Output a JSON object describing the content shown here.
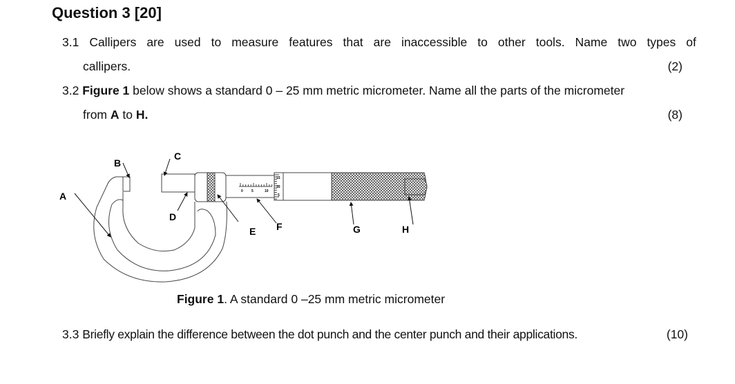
{
  "title": "Question 3 [20]",
  "q31": {
    "number": "3.1",
    "words": [
      "Callipers",
      "are",
      "used",
      "to",
      "measure",
      "features",
      "that",
      "are",
      "inaccessible",
      "to",
      "other",
      "tools.",
      "Name",
      "two",
      "types",
      "of"
    ],
    "line2": "callipers.",
    "marks": "(2)"
  },
  "q32": {
    "number": "3.2",
    "bold1": "Figure 1",
    "text1": " below shows a standard 0 – 25 mm metric micrometer. Name all the parts of the micrometer",
    "text2a": "from ",
    "bold2": "A",
    "text2b": " to ",
    "bold3": "H.",
    "marks": "(8)"
  },
  "figure": {
    "labels": [
      "A",
      "B",
      "C",
      "D",
      "E",
      "F",
      "G",
      "H"
    ],
    "scale_ticks": [
      "0",
      "5",
      "10"
    ],
    "thimble_ticks": [
      "15",
      "10",
      "5"
    ],
    "caption_bold": "Figure 1",
    "caption_text": ". A standard 0 –25 mm metric micrometer"
  },
  "q33": {
    "number": "3.3",
    "text": "Briefly explain the difference between the dot punch and the center punch and their applications.",
    "marks": "(10)"
  }
}
